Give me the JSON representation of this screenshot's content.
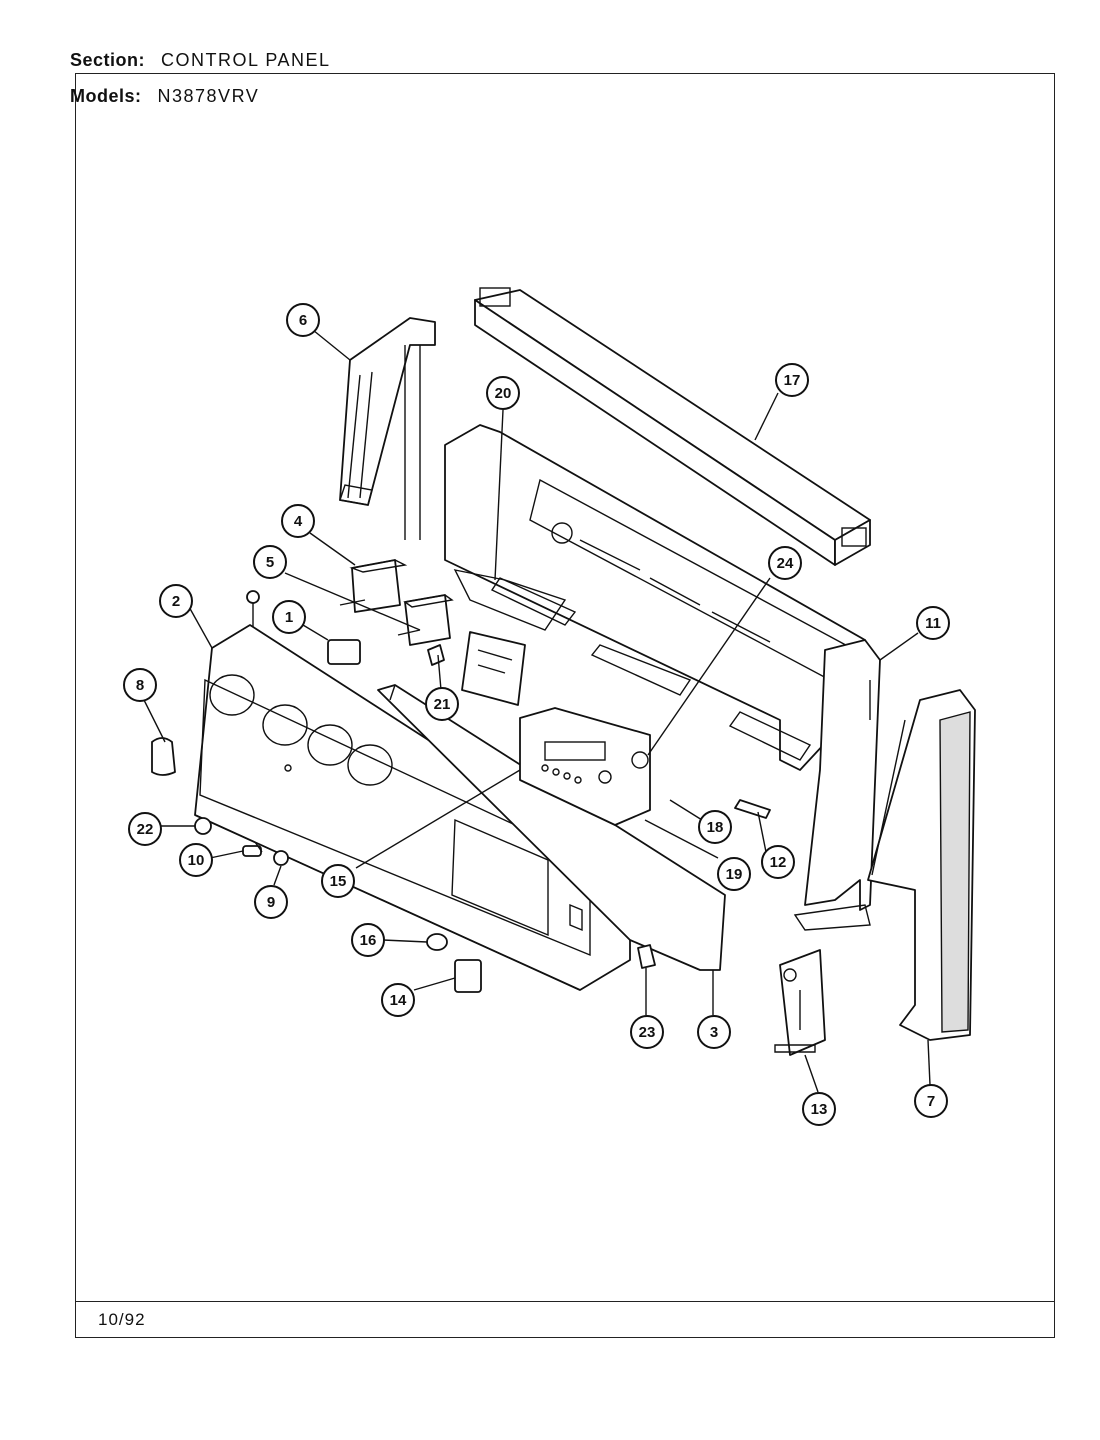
{
  "header": {
    "section_label": "Section:",
    "section_value": "CONTROL PANEL",
    "models_label": "Models:",
    "models_value": "N3878VRV"
  },
  "footer": {
    "date": "10/92"
  },
  "callouts": [
    "1",
    "2",
    "3",
    "4",
    "5",
    "6",
    "7",
    "8",
    "9",
    "10",
    "11",
    "12",
    "13",
    "14",
    "15",
    "16",
    "17",
    "18",
    "19",
    "20",
    "21",
    "22",
    "23",
    "24"
  ]
}
